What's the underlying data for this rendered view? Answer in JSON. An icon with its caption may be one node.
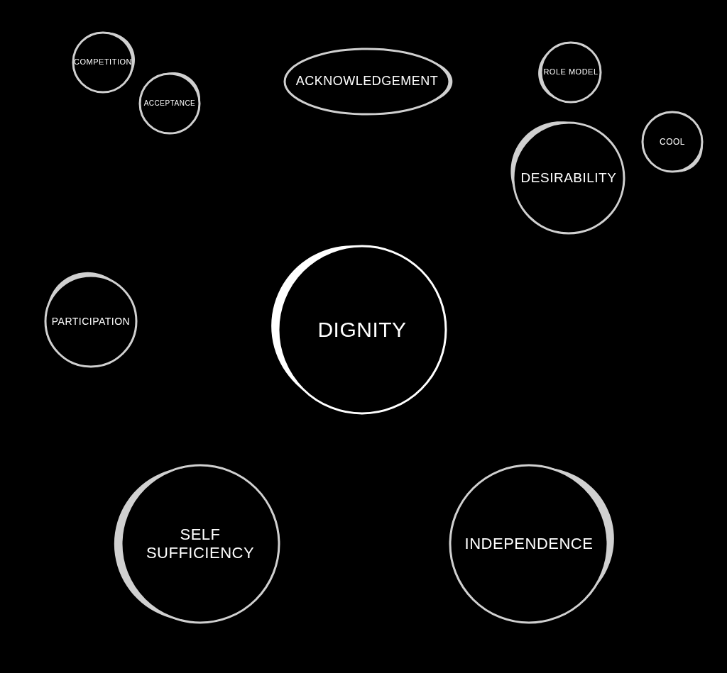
{
  "diagram": {
    "nodes": [
      {
        "text": [
          "COMPETITION"
        ]
      },
      {
        "text": [
          "ACCEPTANCE"
        ]
      },
      {
        "text": [
          "ACKNOWLEDGEMENT"
        ]
      },
      {
        "text": [
          "ROLE MODEL"
        ]
      },
      {
        "text": [
          "COOL"
        ]
      },
      {
        "text": [
          "DESIRABILITY"
        ]
      },
      {
        "text": [
          "PARTICIPATION"
        ]
      },
      {
        "text": [
          "DIGNITY"
        ]
      },
      {
        "text": [
          "SELF SUFFICIENCY"
        ]
      },
      {
        "text": [
          "INDEPENDENCE"
        ]
      }
    ]
  }
}
